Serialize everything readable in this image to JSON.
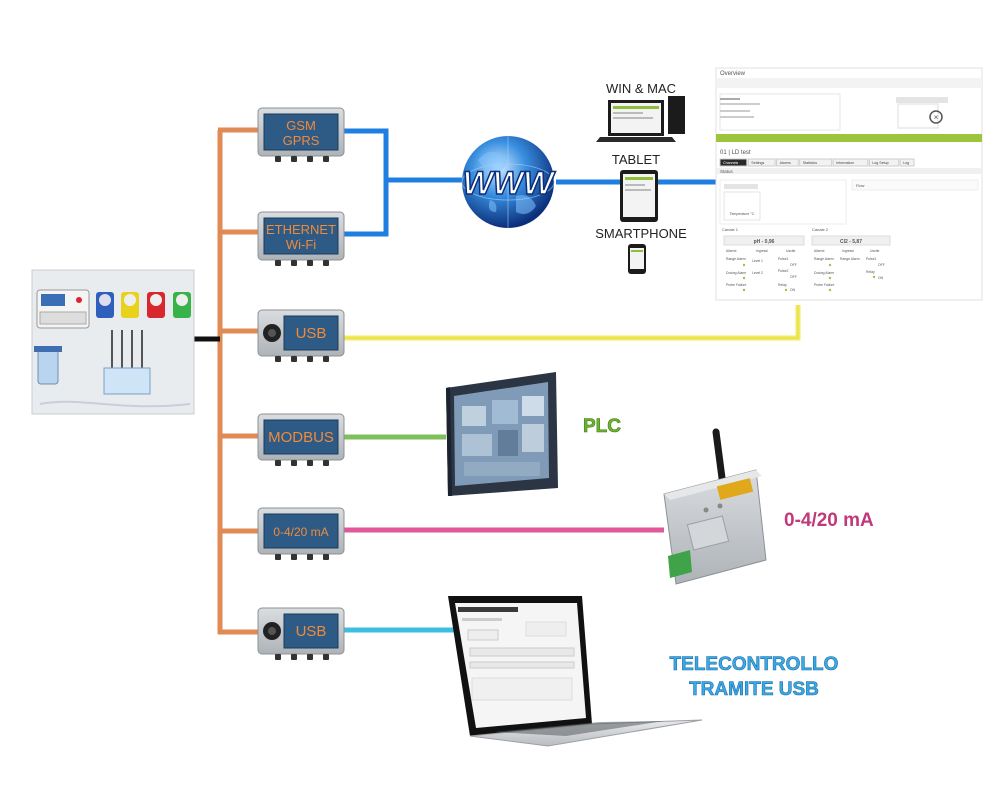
{
  "modules": [
    {
      "line1": "GSM",
      "line2": "GPRS"
    },
    {
      "line1": "ETHERNET",
      "line2": "Wi-Fi"
    },
    {
      "line1": "USB"
    },
    {
      "line1": "MODBUS"
    },
    {
      "line1": "0-4/20 mA"
    },
    {
      "line1": "USB"
    }
  ],
  "internet_label": "WWW",
  "devices": {
    "win_mac": "WIN & MAC",
    "tablet": "TABLET",
    "smartphone": "SMARTPHONE"
  },
  "plc_label": "PLC",
  "ma_label": "0-4/20 mA",
  "telecontrol": {
    "line1": "TELECONTROLLO",
    "line2": "TRAMITE USB"
  },
  "web_panel": {
    "title": "Overview",
    "section": "01 | LD test",
    "status": "Status",
    "channel1": "Canale 1",
    "channel2": "Canale 2",
    "ph_value": "pH - 0,96",
    "cl_value": "Cl2 - 5,87",
    "flow": "Flow",
    "alarms": "Allarmi",
    "inputs": "Ingressi",
    "outputs": "Uscite",
    "range_alarm": "Range Alarm",
    "dosing_alarm": "Dosing Alarm",
    "probe_failure": "Probe Failure",
    "level1": "Level 1",
    "level2": "Level 2",
    "pulse1": "Pulse1",
    "pulse2": "Pulse2",
    "relay": "Relay",
    "temperature": "Temperature °C",
    "off": "OFF",
    "on": "ON",
    "tabs": [
      "Channels",
      "Settings",
      "Alarms",
      "Statistics",
      "Information",
      "Log Setup",
      "Log"
    ]
  },
  "colors": {
    "module_fill": "#2d5b86",
    "module_text": "#f08a3c",
    "backbone": "#e08a54",
    "internet_cables": "#1f7fe0",
    "usb_cable": "#f2ec5e",
    "modbus_cable": "#7fc05a",
    "ma_cable": "#e0579a",
    "usb2_cable": "#3dbde0",
    "plc_text": "#6fb52c",
    "ma_text": "#c0397a",
    "telecontrol_text": "#3aa9e8"
  }
}
